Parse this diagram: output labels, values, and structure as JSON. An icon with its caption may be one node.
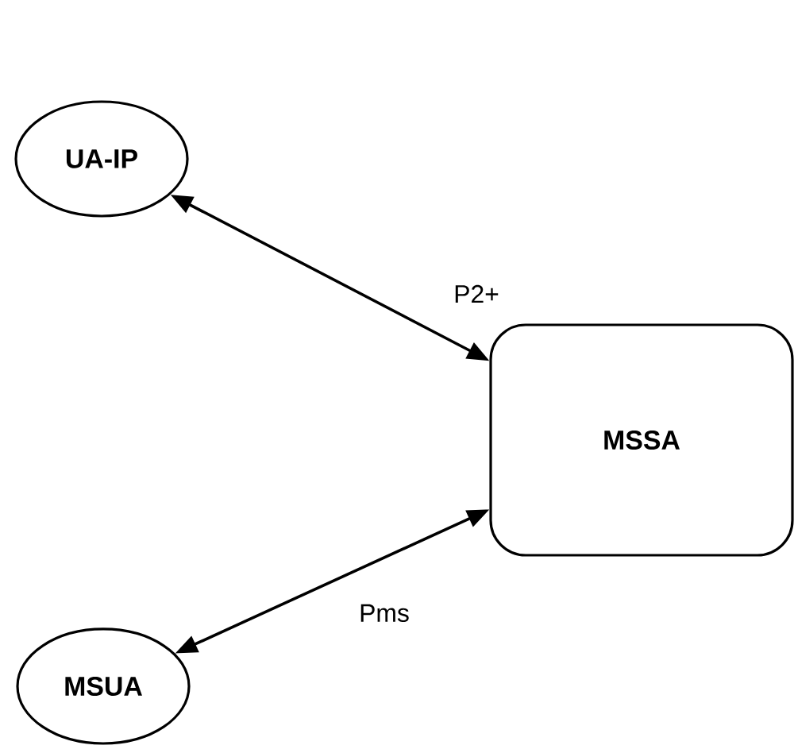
{
  "diagram": {
    "nodes": [
      {
        "text": [
          "UA-IP"
        ]
      },
      {
        "text": [
          "MSSA"
        ]
      },
      {
        "text": [
          "MSUA"
        ]
      }
    ],
    "edges": [
      {
        "from": 0,
        "to": 1,
        "arrow": "both",
        "label": "P2+"
      },
      {
        "from": 2,
        "to": 1,
        "arrow": "both",
        "label": "Pms"
      }
    ]
  }
}
